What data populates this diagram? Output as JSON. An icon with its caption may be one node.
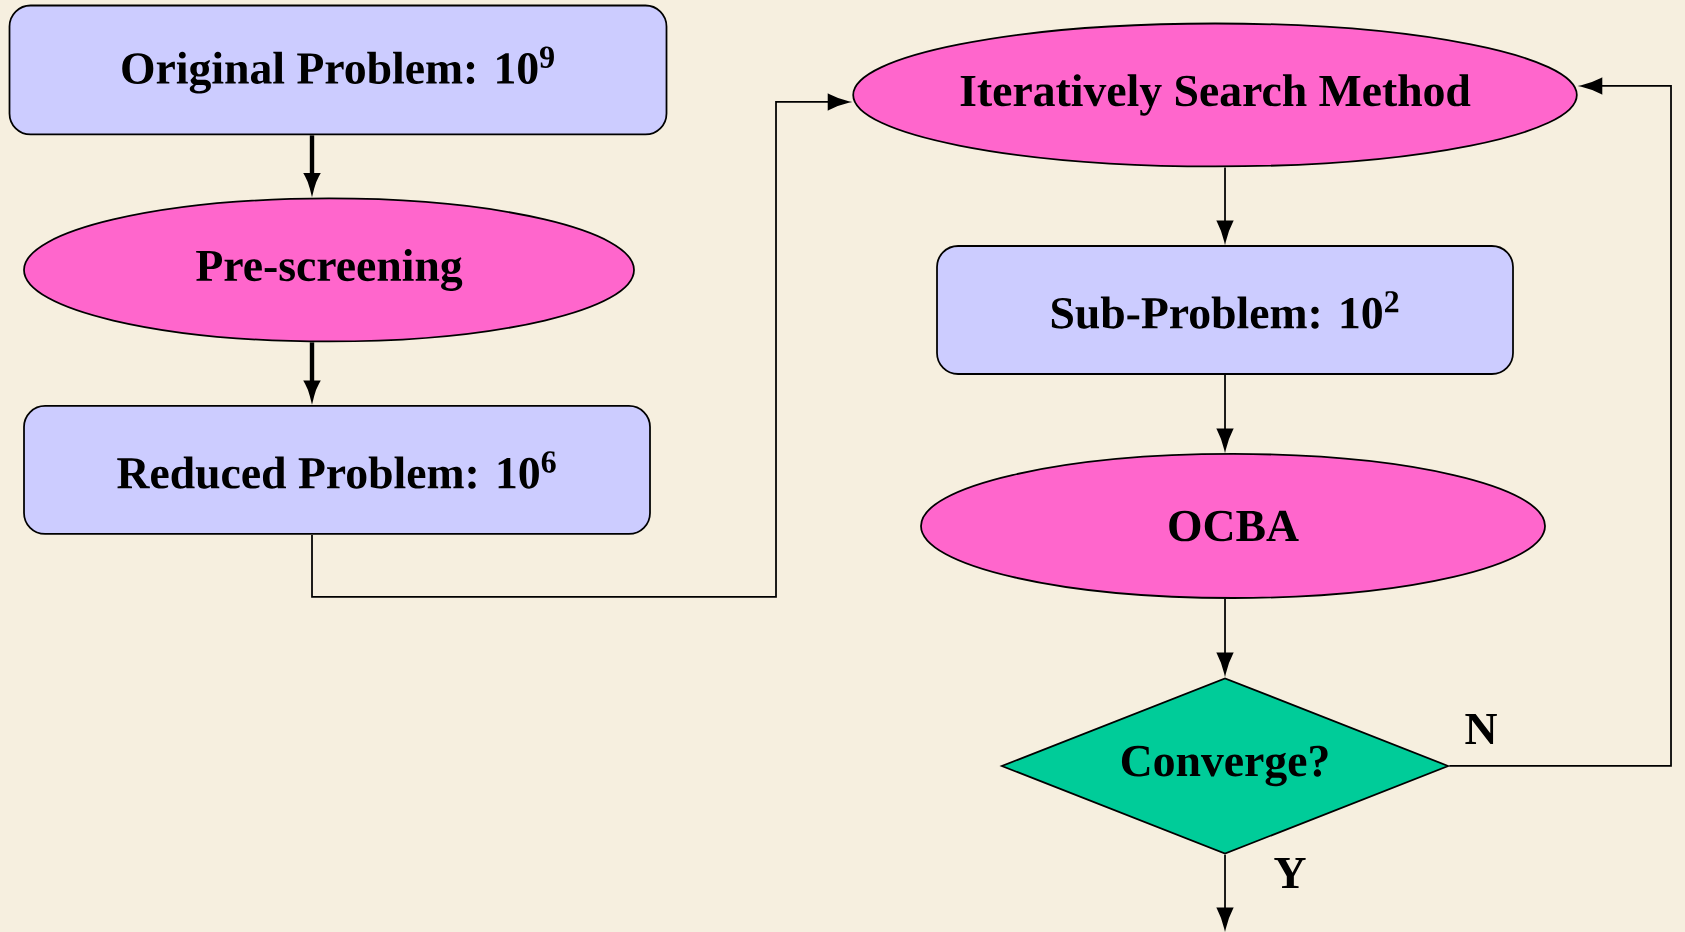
{
  "diagram": {
    "nodes": [
      {
        "text": [
          "Original Problem: 10$^{9}$"
        ]
      },
      {
        "text": [
          "Pre-screening"
        ]
      },
      {
        "text": [
          "Reduced Problem: 10$^{6}$"
        ]
      },
      {
        "text": [
          "Iteratively Search Method"
        ]
      },
      {
        "text": [
          "Sub-Problem: 10$^{2}$"
        ]
      },
      {
        "text": [
          "OCBA"
        ]
      },
      {
        "text": [
          "Converge?"
        ]
      }
    ],
    "edges": [
      {
        "from": 0,
        "to": 1,
        "arrow": "to",
        "style": "thick"
      },
      {
        "from": 1,
        "to": 2,
        "arrow": "to",
        "style": "thick"
      },
      {
        "from": 2,
        "to": 3,
        "arrow": "to"
      },
      {
        "from": 3,
        "to": 4,
        "arrow": "to"
      },
      {
        "from": 4,
        "to": 5,
        "arrow": "to"
      },
      {
        "from": 5,
        "to": 6,
        "arrow": "to"
      },
      {
        "from": 6,
        "to": 3,
        "arrow": "to",
        "label": "N"
      },
      {
        "from": 6,
        "to": null,
        "arrow": "to",
        "label": "Y"
      }
    ]
  }
}
